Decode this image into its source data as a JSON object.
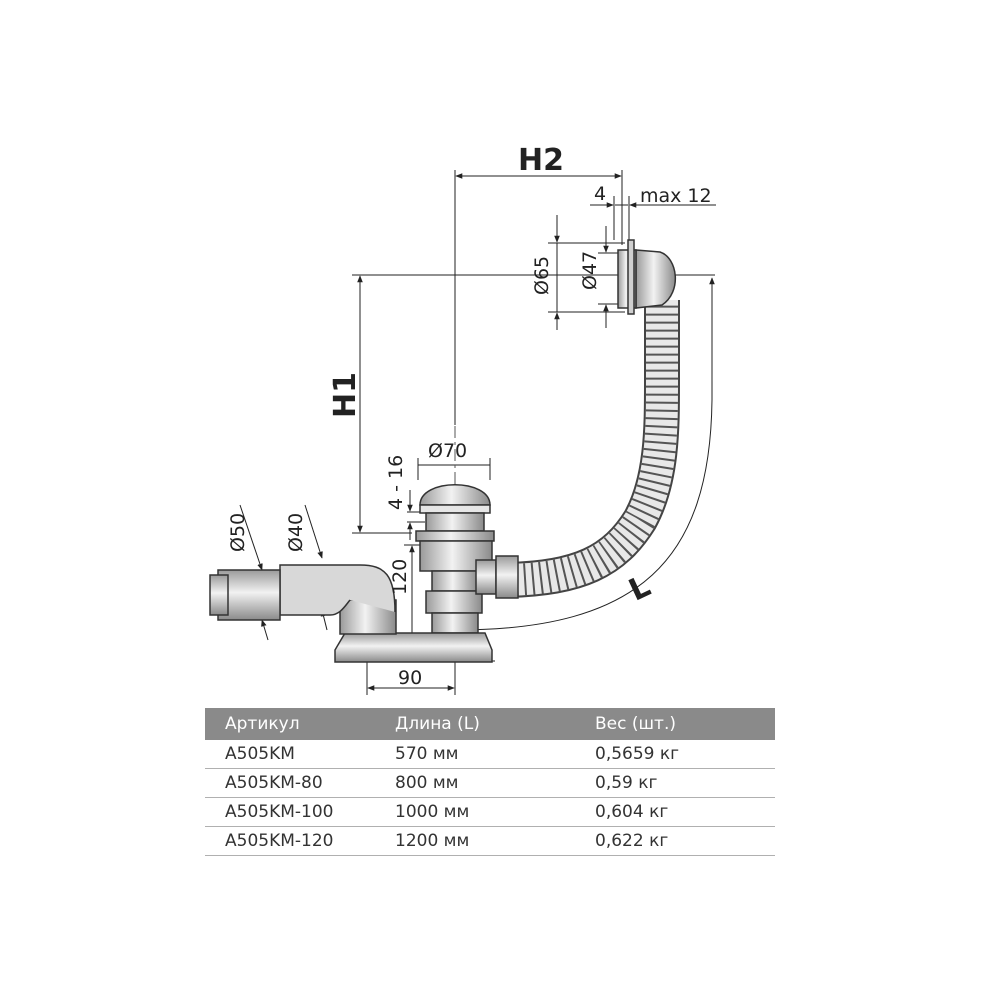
{
  "dimensions": {
    "h1": "H1",
    "h2": "H2",
    "l": "L",
    "d65": "Ø65",
    "d47": "Ø47",
    "d70": "Ø70",
    "d50": "Ø50",
    "d40": "Ø40",
    "four": "4",
    "max12": "max 12",
    "range": "4 - 16",
    "h120": "120",
    "w90": "90"
  },
  "table": {
    "headers": [
      "Артикул",
      "Длина (L)",
      "Вес (шт.)"
    ],
    "rows": [
      [
        "A505KM",
        "570 мм",
        "0,5659 кг"
      ],
      [
        "A505KM-80",
        "800 мм",
        "0,59 кг"
      ],
      [
        "A505KM-100",
        "1000 мм",
        "0,604 кг"
      ],
      [
        "A505KM-120",
        "1200 мм",
        "0,622 кг"
      ]
    ]
  },
  "colors": {
    "header_bg": "#8a8a8a",
    "line": "#222222",
    "part_fill": "#cfcfcf"
  }
}
